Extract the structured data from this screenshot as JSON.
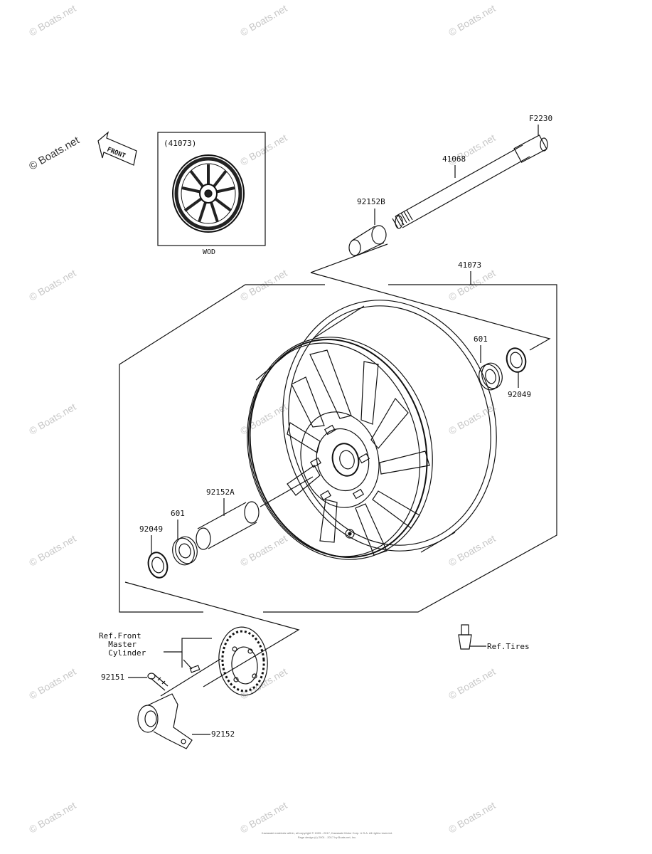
{
  "diagram": {
    "inset_label": "(41073)",
    "inset_caption": "WOD",
    "front_arrow_text": "FRONT",
    "figure_code": "F2230",
    "parts": {
      "axle": "41068",
      "collar_b": "92152B",
      "wheel_assembly": "41073",
      "bearing_right": "601",
      "seal_right": "92049",
      "collar_a": "92152A",
      "bearing_left": "601",
      "seal_left": "92049",
      "bolt": "92151",
      "sensor_bracket": "92152"
    },
    "references": {
      "master_cylinder": "Ref.Front\n  Master\n  Cylinder",
      "tires": "Ref.Tires"
    }
  },
  "watermark": {
    "text": "© Boats.net"
  },
  "footer": {
    "copyright_line1": "Kawasaki materials within, all copyright © 1995 - 2017, Kawasaki Motor Corp. U.S.A. All rights reserved.",
    "copyright_line2": "Page design (c) 2001 - 2017 by Boats.net, Inc."
  }
}
